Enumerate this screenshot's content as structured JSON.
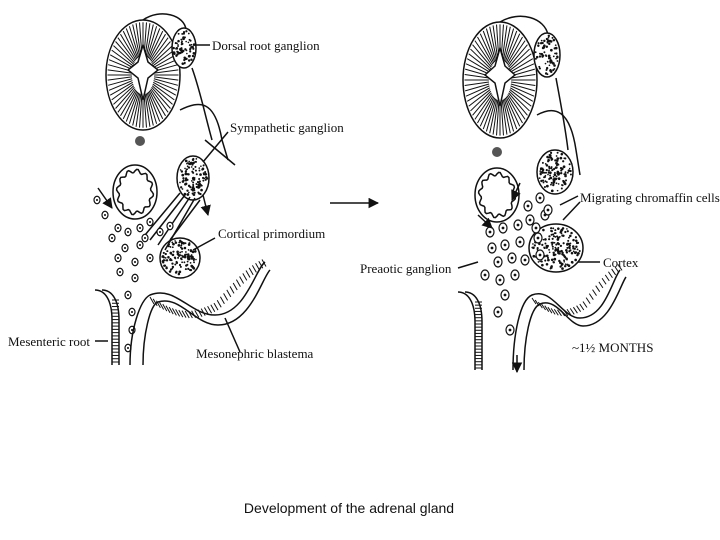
{
  "left_panel": {
    "labels": {
      "dorsal_root_ganglion": "Dorsal root ganglion",
      "sympathetic_ganglion": "Sympathetic ganglion",
      "cortical_primordium": "Cortical primordium",
      "mesenteric_root": "Mesenteric root",
      "mesonephric_blastema": "Mesonephric blastema"
    }
  },
  "right_panel": {
    "labels": {
      "migrating_chromaffin_cells": "Migrating chromaffin cells",
      "preaotic_ganglion": "Preaotic ganglion",
      "cortex": "Cortex",
      "age": "~1½ MONTHS"
    }
  },
  "caption": "Development of the adrenal gland",
  "colors": {
    "ink": "#111111",
    "background": "#ffffff"
  }
}
